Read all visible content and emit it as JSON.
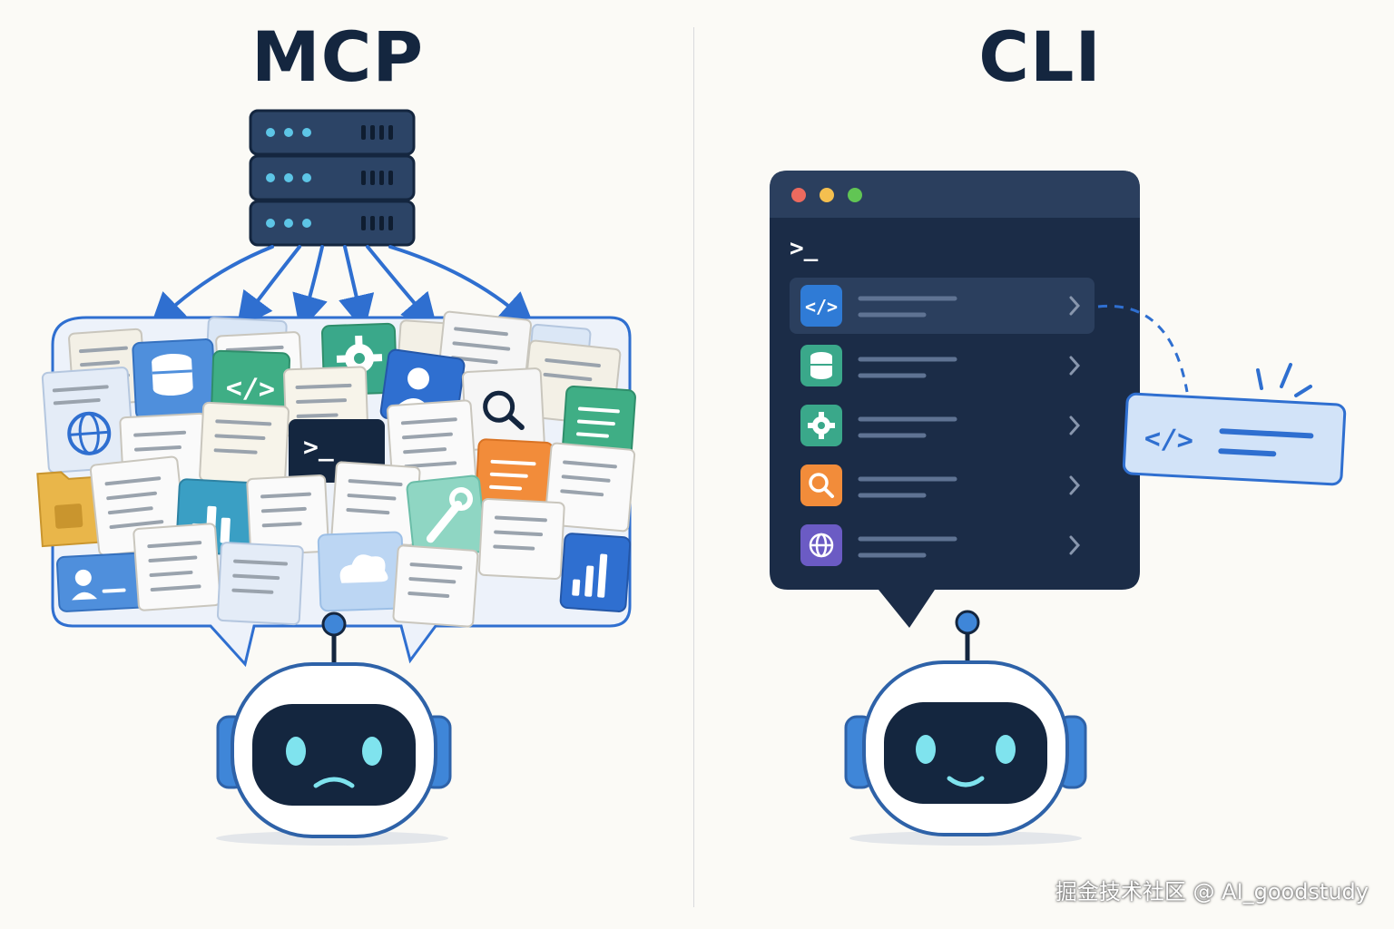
{
  "mcp": {
    "title": "MCP",
    "server_racks": 3,
    "tool_tiles": [
      {
        "type": "doc"
      },
      {
        "type": "database"
      },
      {
        "type": "code"
      },
      {
        "type": "gear"
      },
      {
        "type": "user"
      },
      {
        "type": "search"
      },
      {
        "type": "globe"
      },
      {
        "type": "terminal"
      },
      {
        "type": "folder"
      },
      {
        "type": "chart"
      },
      {
        "type": "wrench"
      },
      {
        "type": "cloud"
      },
      {
        "type": "profile"
      },
      {
        "type": "bar-chart"
      }
    ],
    "robot_mood": "sad"
  },
  "cli": {
    "title": "CLI",
    "prompt": ">_",
    "window_dots": [
      "#ec6a5e",
      "#f4bf4f",
      "#61c554"
    ],
    "commands": [
      {
        "icon": "code-icon",
        "color": "#2f7bd6",
        "selected": true
      },
      {
        "icon": "database-icon",
        "color": "#3aa88a",
        "selected": false
      },
      {
        "icon": "gear-icon",
        "color": "#3aa88a",
        "selected": false
      },
      {
        "icon": "search-icon",
        "color": "#f28c3a",
        "selected": false
      },
      {
        "icon": "globe-icon",
        "color": "#6b5bc4",
        "selected": false
      }
    ],
    "popout_icon": "code-icon",
    "robot_mood": "happy"
  },
  "colors": {
    "navy": "#14263f",
    "accent_blue": "#2f6fd0",
    "light_blue": "#d7e6fa"
  },
  "watermark": "掘金技术社区 @ AI_goodstudy"
}
